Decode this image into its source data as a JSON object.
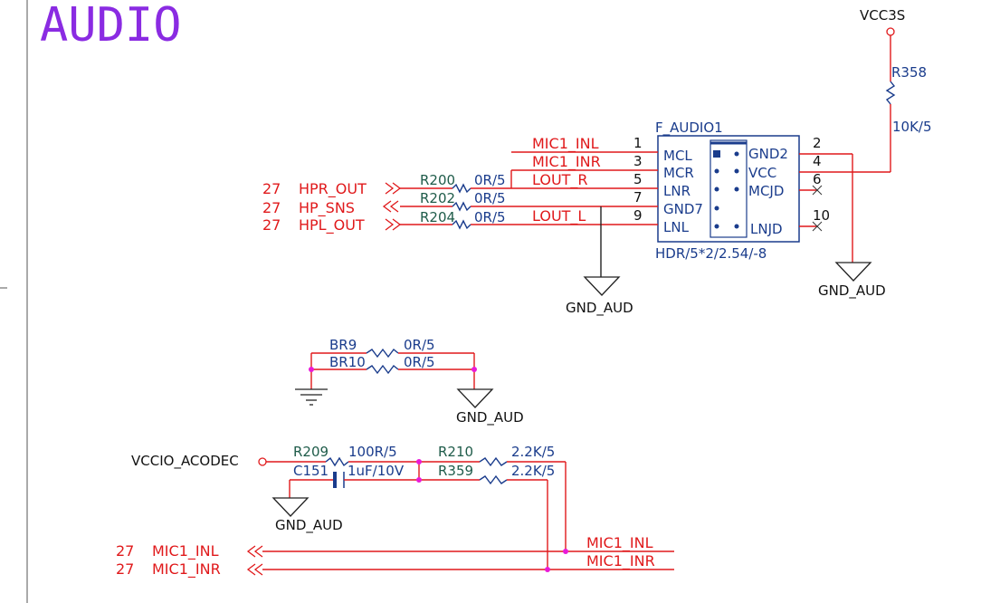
{
  "title": "AUDIO",
  "colors": {
    "wire": "#e0191b",
    "net_label": "#e0191b",
    "part_text": "#1a3c8c",
    "refdes_text": "#1f5c4a",
    "junction": "#e91ad8",
    "title": "#8a2be2",
    "component": "#1a3c8c"
  },
  "power": {
    "vcc3s": "VCC3S",
    "vccio": "VCCIO_ACODEC"
  },
  "resistors": {
    "r358": {
      "ref": "R358",
      "value": "10K/5"
    },
    "r200": {
      "ref": "R200",
      "value": "0R/5"
    },
    "r202": {
      "ref": "R202",
      "value": "0R/5"
    },
    "r204": {
      "ref": "R204",
      "value": "0R/5"
    },
    "br9": {
      "ref": "BR9",
      "value": "0R/5"
    },
    "br10": {
      "ref": "BR10",
      "value": "0R/5"
    },
    "r209": {
      "ref": "R209",
      "value": "100R/5"
    },
    "r210": {
      "ref": "R210",
      "value": "2.2K/5"
    },
    "r359": {
      "ref": "R359",
      "value": "2.2K/5"
    }
  },
  "capacitor": {
    "ref": "C151",
    "value": "1uF/10V"
  },
  "connector": {
    "ref": "F_AUDIO1",
    "footprint": "HDR/5*2/2.54/-8",
    "left_pins": [
      "MCL",
      "MCR",
      "LNR",
      "GND7",
      "LNL"
    ],
    "right_pins": [
      "GND2",
      "VCC",
      "MCJD",
      "LNJD"
    ],
    "left_pin_numbers": [
      "1",
      "3",
      "5",
      "7",
      "9"
    ],
    "right_pin_numbers": [
      "2",
      "4",
      "6",
      "10"
    ]
  },
  "nets": {
    "mic1_inl": "MIC1_INL",
    "mic1_inr": "MIC1_INR",
    "lout_r": "LOUT_R",
    "lout_l": "LOUT_L",
    "hpr_out": "HPR_OUT",
    "hp_sns": "HP_SNS",
    "hpl_out": "HPL_OUT",
    "gnd_aud": "GND_AUD"
  },
  "page_refs": {
    "hpr_out": "27",
    "hp_sns": "27",
    "hpl_out": "27",
    "mic1_inl": "27",
    "mic1_inr": "27"
  }
}
